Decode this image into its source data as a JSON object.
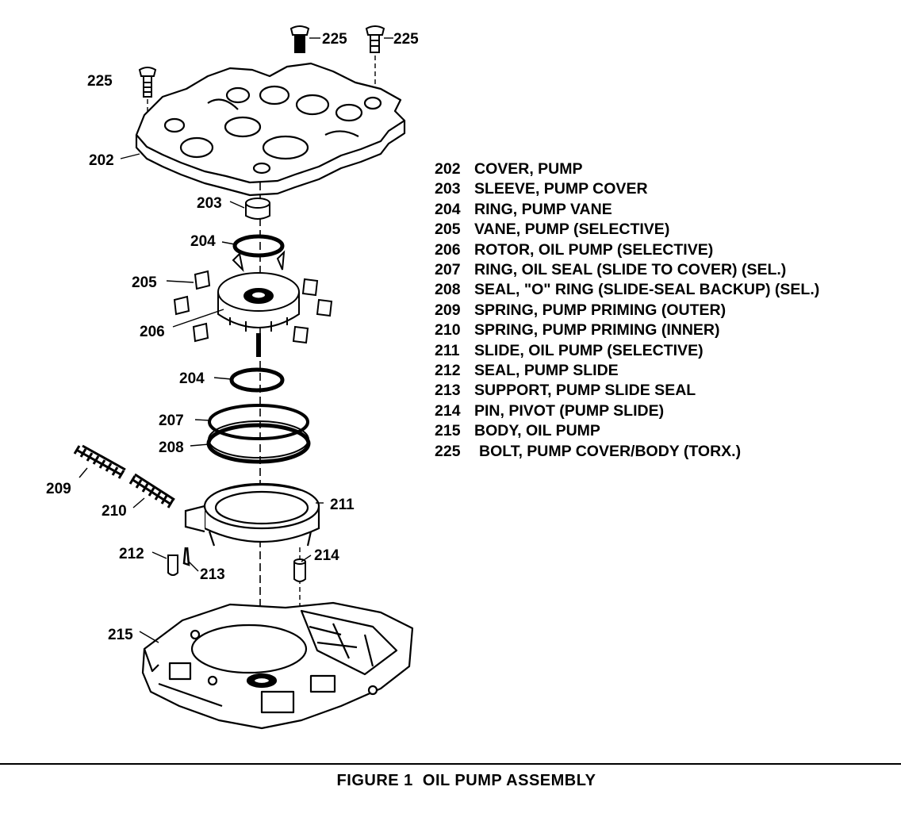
{
  "callouts": {
    "c202": "202",
    "c203": "203",
    "c204a": "204",
    "c204b": "204",
    "c205": "205",
    "c206": "206",
    "c207": "207",
    "c208": "208",
    "c209": "209",
    "c210": "210",
    "c211": "211",
    "c212": "212",
    "c213": "213",
    "c214": "214",
    "c215": "215",
    "c225a": "225",
    "c225b": "225",
    "c225c": "225"
  },
  "legend": [
    {
      "num": "202",
      "desc": "COVER, PUMP"
    },
    {
      "num": "203",
      "desc": "SLEEVE, PUMP COVER"
    },
    {
      "num": "204",
      "desc": "RING, PUMP VANE"
    },
    {
      "num": "205",
      "desc": "VANE, PUMP (SELECTIVE)"
    },
    {
      "num": "206",
      "desc": "ROTOR, OIL PUMP (SELECTIVE)"
    },
    {
      "num": "207",
      "desc": "RING, OIL SEAL (SLIDE TO COVER) (SEL.)"
    },
    {
      "num": "208",
      "desc": "SEAL, \"O\" RING (SLIDE-SEAL BACKUP) (SEL.)"
    },
    {
      "num": "209",
      "desc": "SPRING, PUMP PRIMING (OUTER)"
    },
    {
      "num": "210",
      "desc": "SPRING, PUMP PRIMING (INNER)"
    },
    {
      "num": "211",
      "desc": "SLIDE, OIL PUMP (SELECTIVE)"
    },
    {
      "num": "212",
      "desc": "SEAL, PUMP SLIDE"
    },
    {
      "num": "213",
      "desc": "SUPPORT, PUMP SLIDE SEAL"
    },
    {
      "num": "214",
      "desc": "PIN, PIVOT (PUMP SLIDE)"
    },
    {
      "num": "215",
      "desc": "BODY, OIL PUMP"
    },
    {
      "num": "225",
      "desc": "BOLT, PUMP COVER/BODY (TORX.)"
    }
  ],
  "caption": "FIGURE 1  OIL PUMP ASSEMBLY"
}
